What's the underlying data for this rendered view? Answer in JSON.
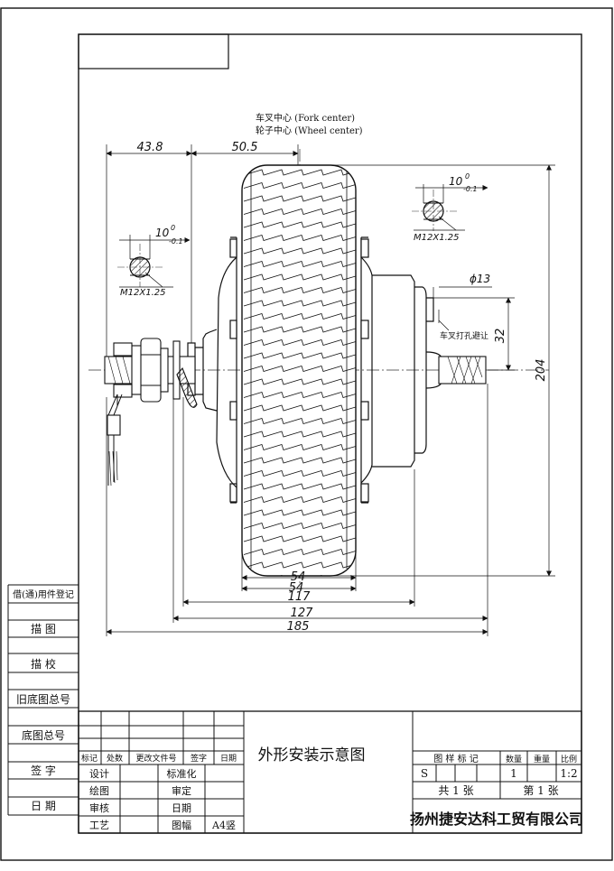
{
  "annotations": {
    "fork_center": "车叉中心 (Fork center)",
    "wheel_center": "轮子中心 (Wheel center)",
    "fork_hole": "车叉打孔避让"
  },
  "dimensions": {
    "d43_8": "43.8",
    "d50_5": "50.5",
    "d54a": "54",
    "d54b": "54",
    "d117": "117",
    "d127": "127",
    "d185": "185",
    "d204": "204",
    "d32": "32",
    "phi13": "ϕ13",
    "flat_left_main": "10",
    "flat_left_sup": "0",
    "flat_left_sub": "-0.1",
    "thread_left": "M12X1.25",
    "flat_right_main": "10",
    "flat_right_sup": "0",
    "flat_right_sub": "-0.1",
    "thread_right": "M12X1.25"
  },
  "side_labels": {
    "borrow_register": "借(通)用件登记",
    "trace": "描 图",
    "trace_check": "描 校",
    "old_base_no": "旧底图总号",
    "base_no": "底图总号",
    "signature": "签 字",
    "date": "日 期"
  },
  "title_block": {
    "drawing_title": "外形安装示意图",
    "company": "扬州捷安达科工贸有限公司",
    "rev_headers": [
      "标记",
      "处数",
      "更改文件号",
      "签字",
      "日期"
    ],
    "design": "设计",
    "standardization": "标准化",
    "drawing": "绘图",
    "approval": "审定",
    "review": "审核",
    "date": "日期",
    "process": "工艺",
    "sheet_size_label": "图幅",
    "sheet_size": "A4竖",
    "stage_label": "图 样 标 记",
    "qty_label": "数量",
    "weight_label": "重量",
    "scale_label": "比例",
    "stage_value": "S",
    "qty_value": "1",
    "scale_value": "1:2",
    "total_sheets": "共 1 张",
    "sheet_no": "第 1 张"
  }
}
